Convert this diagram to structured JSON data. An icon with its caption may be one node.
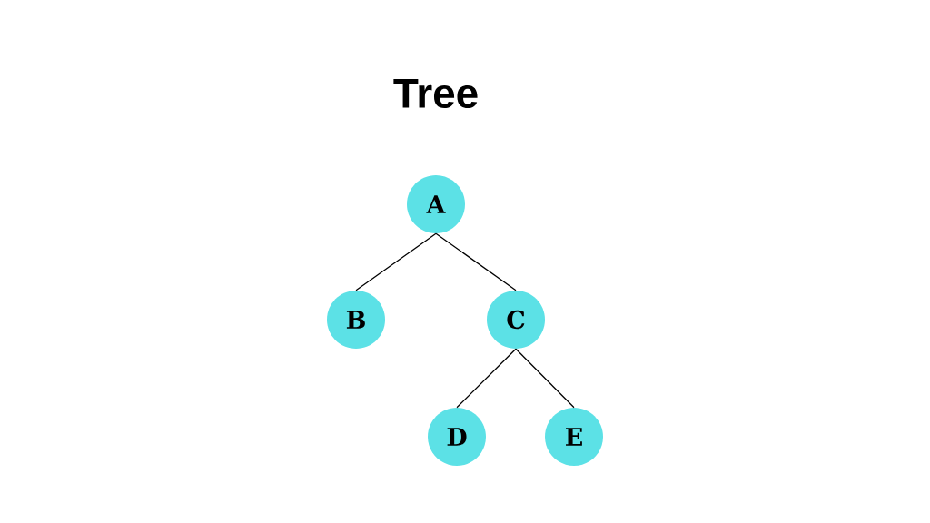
{
  "diagram": {
    "title": "Tree",
    "nodes": [
      {
        "text": [
          "A"
        ]
      },
      {
        "text": [
          "B"
        ]
      },
      {
        "text": [
          "C"
        ]
      },
      {
        "text": [
          "D"
        ]
      },
      {
        "text": [
          "E"
        ]
      }
    ],
    "edges": [
      {
        "from": 0,
        "to": 1,
        "arrow": "none"
      },
      {
        "from": 0,
        "to": 2,
        "arrow": "none"
      },
      {
        "from": 2,
        "to": 3,
        "arrow": "none"
      },
      {
        "from": 2,
        "to": 4,
        "arrow": "none"
      }
    ]
  }
}
